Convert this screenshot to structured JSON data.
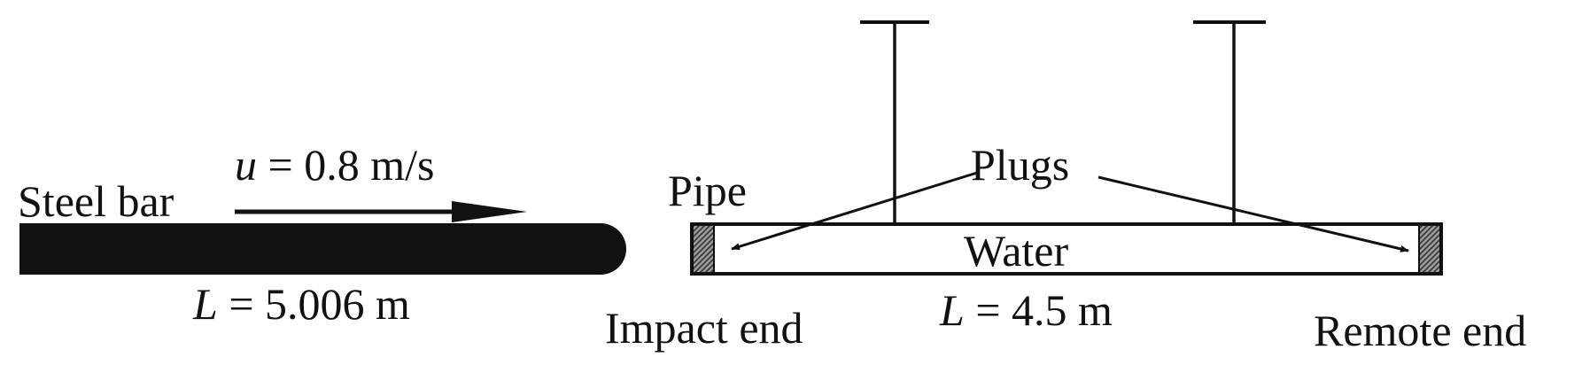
{
  "bar": {
    "name": "Steel bar",
    "velocity_symbol": "u",
    "velocity_rest": " = 0.8 m/s",
    "length_symbol": "L",
    "length_rest": " = 5.006 m"
  },
  "pipe": {
    "name": "Pipe",
    "fluid": "Water",
    "length_symbol": "L",
    "length_rest": " = 4.5 m",
    "plugs_label": "Plugs",
    "impact_end_label": "Impact end",
    "remote_end_label": "Remote end"
  },
  "colors": {
    "ink": "#111111",
    "plug_hatch": "#777777"
  }
}
